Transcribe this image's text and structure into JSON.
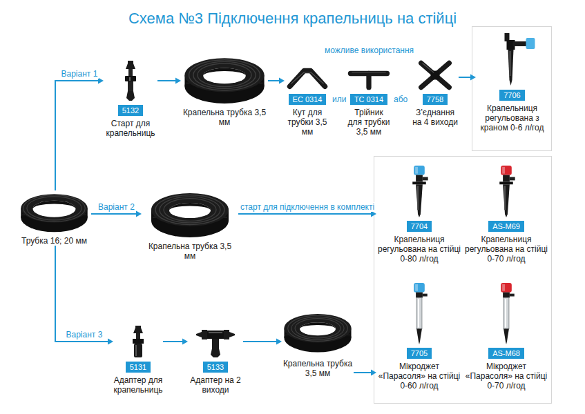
{
  "diagram": {
    "title": "Схема №3 Підключення крапельниць на стійці",
    "nodes": [
      {
        "text": [
          "Трубка 16; 20 мм"
        ]
      },
      {
        "text": [
          "5132",
          "Старт для крапельниць"
        ]
      },
      {
        "text": [
          "Крапельна трубка 3,5 мм"
        ]
      },
      {
        "text": [
          "EC 0314",
          "Кут для трубки 3,5 мм"
        ]
      },
      {
        "text": [
          "TC 0314",
          "Трійник для трубки 3,5 мм"
        ]
      },
      {
        "text": [
          "7758",
          "З’єднання на 4 виходи"
        ]
      },
      {
        "text": [
          "7706",
          "Крапельниця регульована з краном 0-6 л/год"
        ]
      },
      {
        "text": [
          "Крапельна трубка 3,5 мм"
        ]
      },
      {
        "text": [
          "7704",
          "Крапельниця регульована на стійці 0-80 л/год"
        ]
      },
      {
        "text": [
          "AS-M69",
          "Крапельниця регульована на стійці 0-70 л/год"
        ]
      },
      {
        "text": [
          "5131",
          "Адаптер для крапельниць"
        ]
      },
      {
        "text": [
          "5133",
          "Адаптер на 2 виходи"
        ]
      },
      {
        "text": [
          "Крапельна трубка 3,5 мм"
        ]
      },
      {
        "text": [
          "7705",
          "Мікроджет «Парасоля» на стійці 0-60 л/год"
        ]
      },
      {
        "text": [
          "AS-M68",
          "Мікроджет «Парасоля» на стійці 0-70 л/год"
        ]
      }
    ],
    "edges": [
      {
        "from": 0,
        "to": 1,
        "label": "Варіант 1",
        "arrow": "to"
      },
      {
        "from": 1,
        "to": 2,
        "arrow": "to"
      },
      {
        "from": 2,
        "to": 3,
        "arrow": "to"
      },
      {
        "from": 5,
        "to": 6,
        "arrow": "to"
      },
      {
        "from": 0,
        "to": 7,
        "label": "Варіант 2",
        "arrow": "to"
      },
      {
        "from": 7,
        "to": 8,
        "label": "старт для підключення в комплекті",
        "arrow": "to"
      },
      {
        "from": 0,
        "to": 10,
        "label": "Варіант 3",
        "arrow": "to"
      },
      {
        "from": 10,
        "to": 11,
        "arrow": "to"
      },
      {
        "from": 11,
        "to": 12,
        "arrow": "to"
      },
      {
        "from": 12,
        "to": 13,
        "arrow": "to"
      }
    ],
    "labels": [
      "можливе використання",
      "или",
      "або"
    ]
  }
}
